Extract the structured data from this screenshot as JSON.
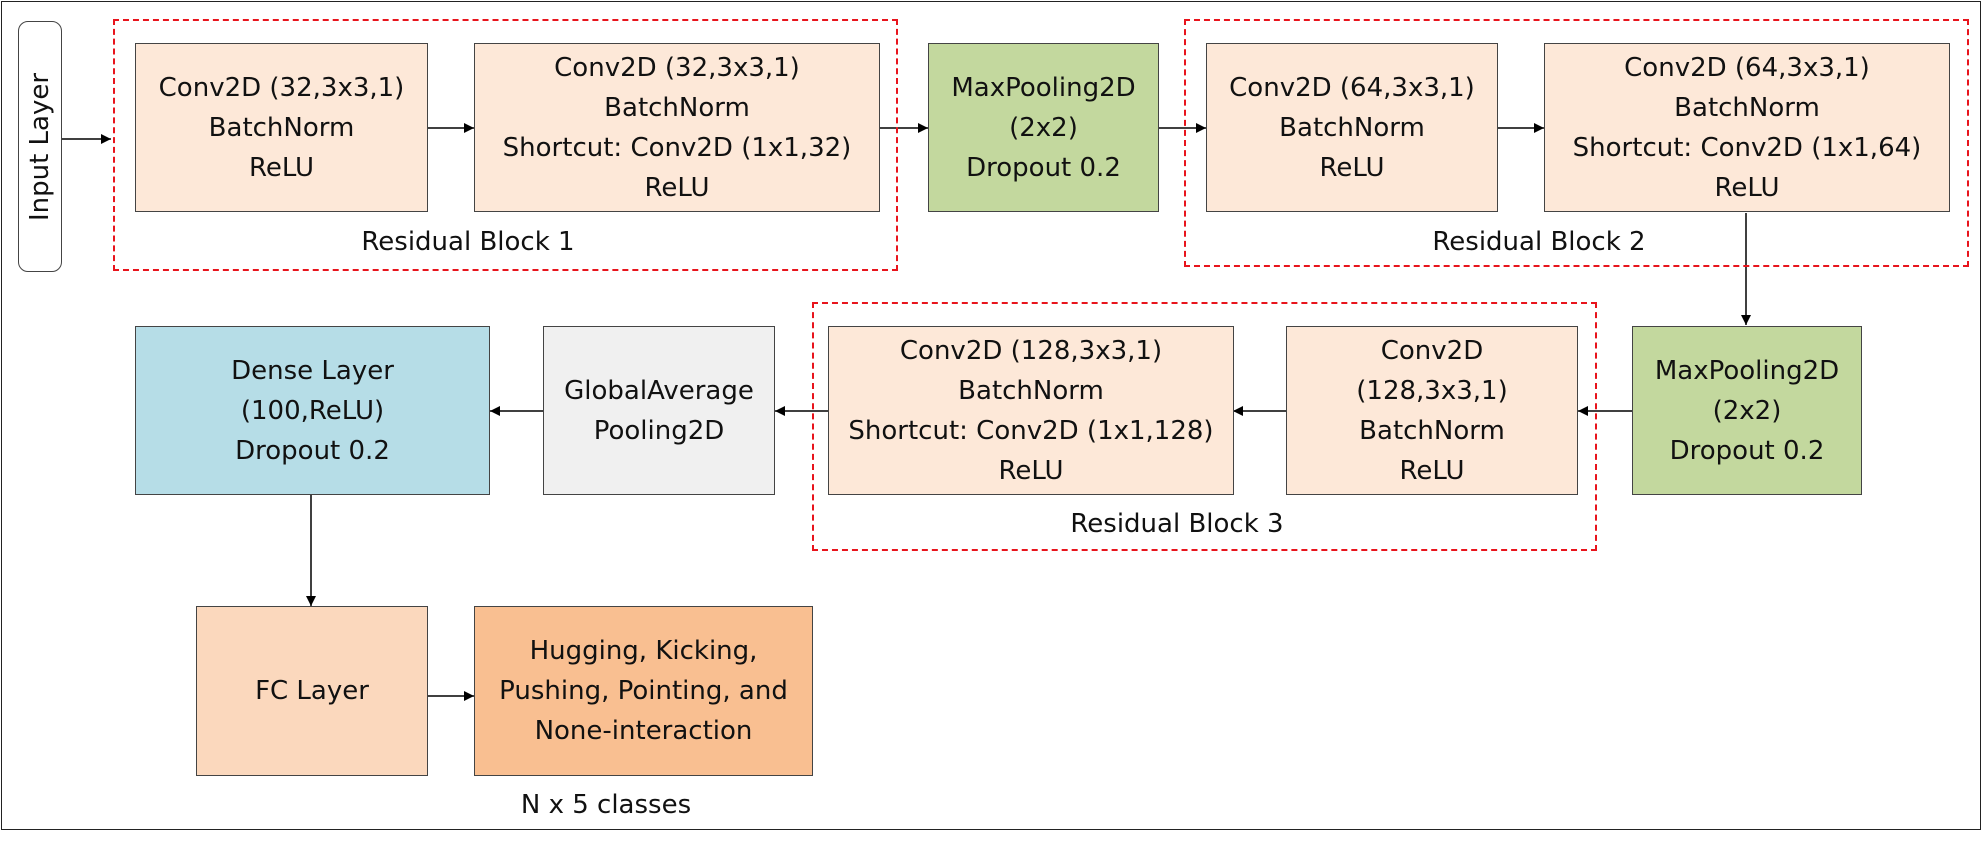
{
  "input_layer": "Input Layer",
  "residual_block_1": {
    "caption": "Residual Block 1",
    "conv_a": [
      "Conv2D (32,3x3,1)",
      "BatchNorm",
      "ReLU"
    ],
    "conv_b": [
      "Conv2D (32,3x3,1)",
      "BatchNorm",
      "Shortcut: Conv2D (1x1,32)",
      "ReLU"
    ]
  },
  "maxpool_1": [
    "MaxPooling2D",
    "(2x2)",
    "Dropout 0.2"
  ],
  "residual_block_2": {
    "caption": "Residual Block 2",
    "conv_a": [
      "Conv2D (64,3x3,1)",
      "BatchNorm",
      "ReLU"
    ],
    "conv_b": [
      "Conv2D (64,3x3,1)",
      "BatchNorm",
      "Shortcut: Conv2D (1x1,64)",
      "ReLU"
    ]
  },
  "maxpool_2": [
    "MaxPooling2D",
    "(2x2)",
    "Dropout 0.2"
  ],
  "residual_block_3": {
    "caption": "Residual Block 3",
    "conv_a": [
      "Conv2D",
      "(128,3x3,1)",
      "BatchNorm",
      "ReLU"
    ],
    "conv_b": [
      "Conv2D (128,3x3,1)",
      "BatchNorm",
      "Shortcut: Conv2D (1x1,128)",
      "ReLU"
    ]
  },
  "global_avg_pool": [
    "GlobalAverage",
    "Pooling2D"
  ],
  "dense_layer": [
    "Dense Layer",
    "(100,ReLU)",
    "Dropout 0.2"
  ],
  "fc_layer": [
    "FC Layer"
  ],
  "output": [
    "Hugging, Kicking,",
    "Pushing, Pointing, and",
    "None-interaction"
  ],
  "output_caption": "N x 5 classes"
}
